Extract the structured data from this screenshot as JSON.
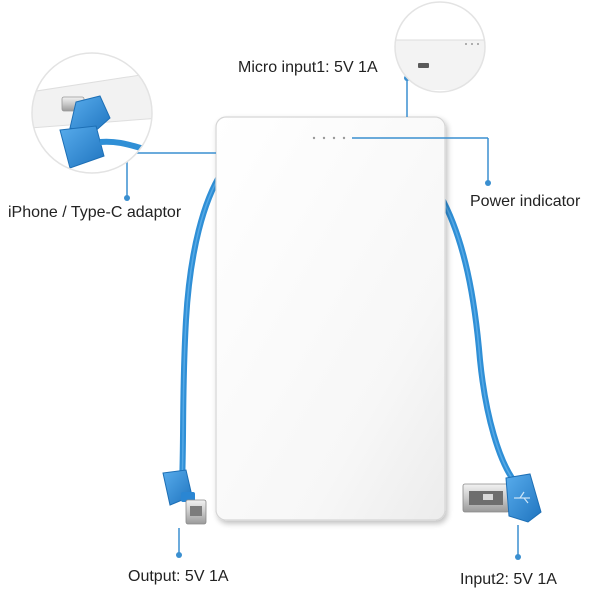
{
  "labels": {
    "micro_input": "Micro input1: 5V 1A",
    "adaptor": "iPhone / Type-C adaptor",
    "power_indicator": "Power indicator",
    "output": "Output: 5V 1A",
    "input2": "Input2: 5V 1A"
  },
  "colors": {
    "cable_blue": "#2f8fd6",
    "connector_blue": "#2a86d3",
    "callout_line": "#3a8fd0",
    "body_white": "#ffffff",
    "body_edge": "#d6d6d6",
    "text": "#222222"
  },
  "icons": {
    "usb_plug": "usb-a-connector-icon",
    "micro_plug": "micro-usb-connector-icon",
    "usb_symbol": "usb-symbol-icon"
  }
}
